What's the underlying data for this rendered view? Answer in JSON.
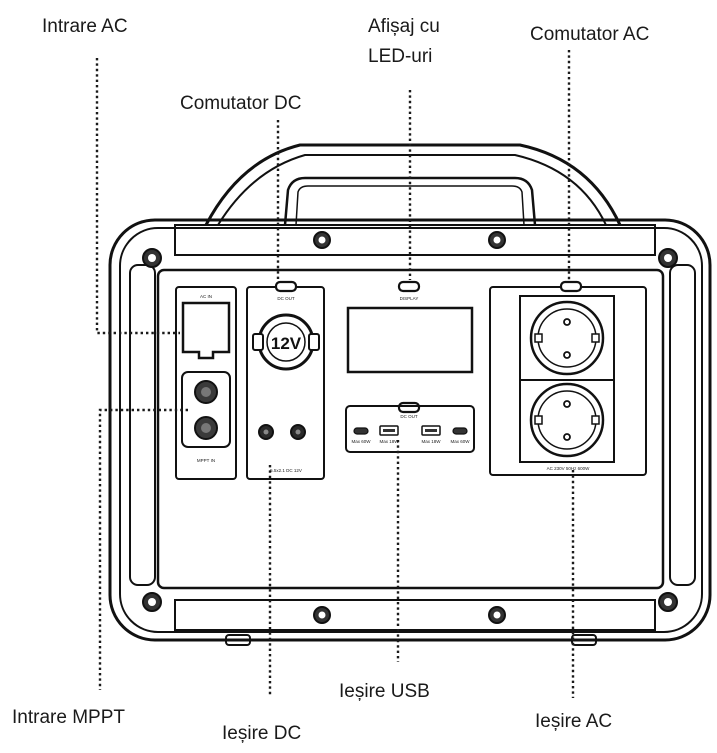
{
  "callouts": {
    "ac_input": "Intrare AC",
    "led_display_line1": "Afișaj cu",
    "led_display_line2": "LED-uri",
    "ac_switch": "Comutator AC",
    "dc_switch": "Comutator DC",
    "mppt_input": "Intrare MPPT",
    "dc_output": "Ieșire DC",
    "usb_output": "Ieșire USB",
    "ac_output": "Ieșire AC"
  },
  "panel_text": {
    "ac_in": "AC IN",
    "dc_out": "DC OUT",
    "display": "DISPLAY",
    "usb_out": "DC OUT",
    "car_socket": "12V",
    "mppt": "MPPT IN",
    "dc_rating": "5.5x2.1 DC 12V",
    "usb_c1": "Max 60W",
    "usb_a1": "Max 18W",
    "usb_a2": "Max 18W",
    "usb_c2": "Max 60W",
    "ac_rating": "AC 230V 50Hz 600W"
  }
}
